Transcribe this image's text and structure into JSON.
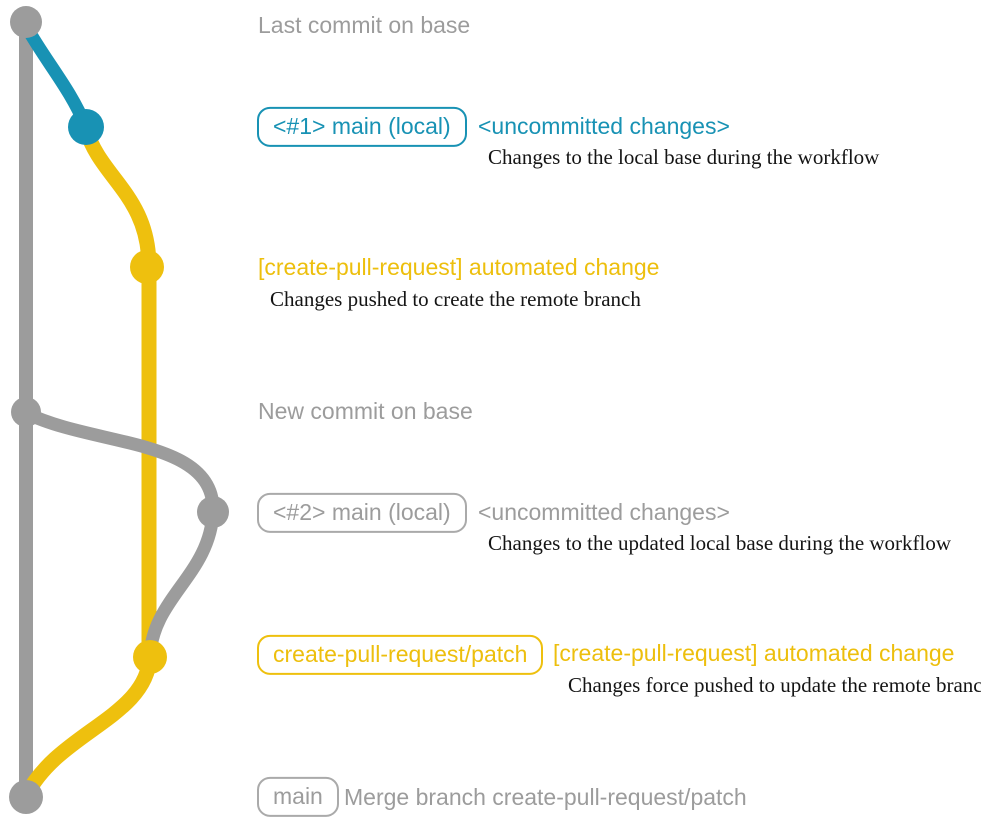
{
  "colors": {
    "base_gray": "#9c9c9c",
    "local_main_teal": "#1892b4",
    "branch_yellow": "#eec00e",
    "caption_black": "#141414",
    "background": "#ffffff"
  },
  "rows": {
    "last_commit": {
      "text": "Last commit on base"
    },
    "local_main_1": {
      "badge": "<#1> main (local)",
      "status": "<uncommitted changes>",
      "caption": "Changes to the local base during the workflow"
    },
    "automated_change_1": {
      "label": "[create-pull-request] automated change",
      "caption": "Changes pushed to create the remote branch"
    },
    "new_commit": {
      "text": "New commit on base"
    },
    "local_main_2": {
      "badge": "<#2> main (local)",
      "status": "<uncommitted changes>",
      "caption": "Changes to the updated local base during the workflow"
    },
    "automated_change_2": {
      "badge": "create-pull-request/patch",
      "label": "[create-pull-request] automated change",
      "caption": "Changes force pushed to update the remote branch"
    },
    "merge_commit": {
      "badge": "main",
      "label": "Merge branch create-pull-request/patch"
    }
  },
  "graph": {
    "branches": [
      {
        "name": "base",
        "color": "#9c9c9c"
      },
      {
        "name": "main-local",
        "color": "#1892b4"
      },
      {
        "name": "create-pull-request-patch",
        "color": "#eec00e"
      }
    ]
  }
}
